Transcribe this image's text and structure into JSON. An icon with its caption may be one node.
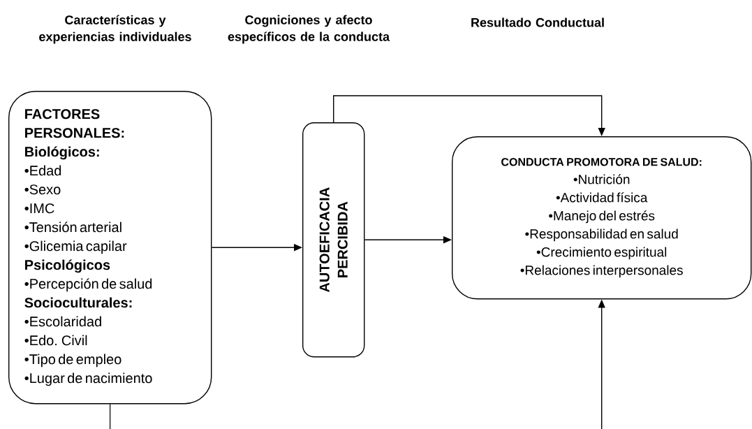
{
  "diagram": {
    "nodes": [
      {
        "text": [
          "FACTORES PERSONALES:",
          "Biológicos:",
          "•Edad",
          "•Sexo",
          "•IMC",
          "•Tensión arterial",
          "•Glicemia capilar",
          "Psicológicos",
          "•Percepción de salud",
          "Socioculturales:",
          "•Escolaridad",
          "•Edo. Civil",
          "•Tipo de empleo",
          "•Lugar de nacimiento"
        ]
      },
      {
        "text": [
          "AUTOEFICACIA PERCIBIDA"
        ]
      },
      {
        "text": [
          "CONDUCTA PROMOTORA DE SALUD:",
          "•Nutrición",
          "•Actividad física",
          "•Manejo del estrés",
          "•Responsabilidad en salud",
          "•Crecimiento espiritual",
          "•Relaciones interpersonales"
        ]
      }
    ],
    "edges": [
      {
        "from": 0,
        "to": 1,
        "arrow": "to"
      },
      {
        "from": 1,
        "to": 2,
        "arrow": "to"
      },
      {
        "from": 1,
        "to": 2,
        "arrow": "to"
      },
      {
        "from": 0,
        "to": null,
        "arrow": "none"
      },
      {
        "from": null,
        "to": 2,
        "arrow": "to"
      }
    ],
    "labels": [
      "Características y experiencias individuales",
      "Cogniciones y afecto específicos de la conducta",
      "Resultado Conductual"
    ]
  }
}
